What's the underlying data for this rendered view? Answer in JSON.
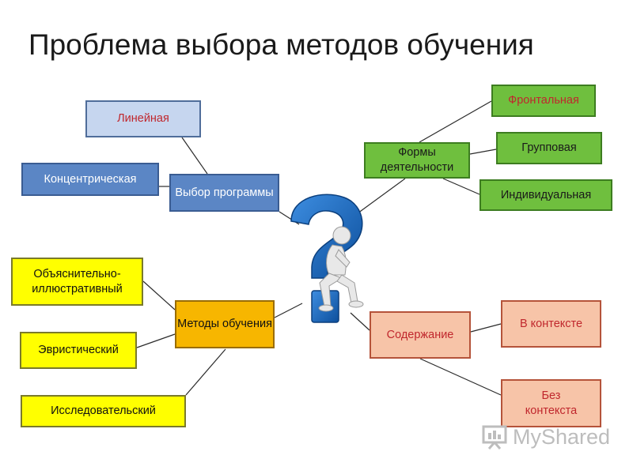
{
  "title": "Проблема выбора методов обучения",
  "nodes": {
    "lineynaya": "Линейная",
    "kontsentricheskaya": "Концентрическая",
    "vybor_programmy": "Выбор программы",
    "formy_deyatelnosti": "Формы деятельности",
    "frontalnaya": "Фронтальная",
    "gruppovaya": "Групповая",
    "individualnaya": "Индивидуальная",
    "obyasnitelno": "Объяснительно-иллюстративный",
    "evristicheskiy": "Эвристический",
    "issledovatelskiy": "Исследовательский",
    "metody_obucheniya": "Методы обучения",
    "soderzhanie": "Содержание",
    "v_kontekste": "В контексте",
    "bez_konteksta": "Без контекста"
  },
  "watermark": "MyShared",
  "colors": {
    "blue_light": "#c6d6ef",
    "blue_mid": "#5b86c5",
    "green": "#6fbf3e",
    "yellow": "#ffff00",
    "orange": "#f7b600",
    "salmon": "#f7c4a8",
    "text_red": "#c0272d"
  }
}
